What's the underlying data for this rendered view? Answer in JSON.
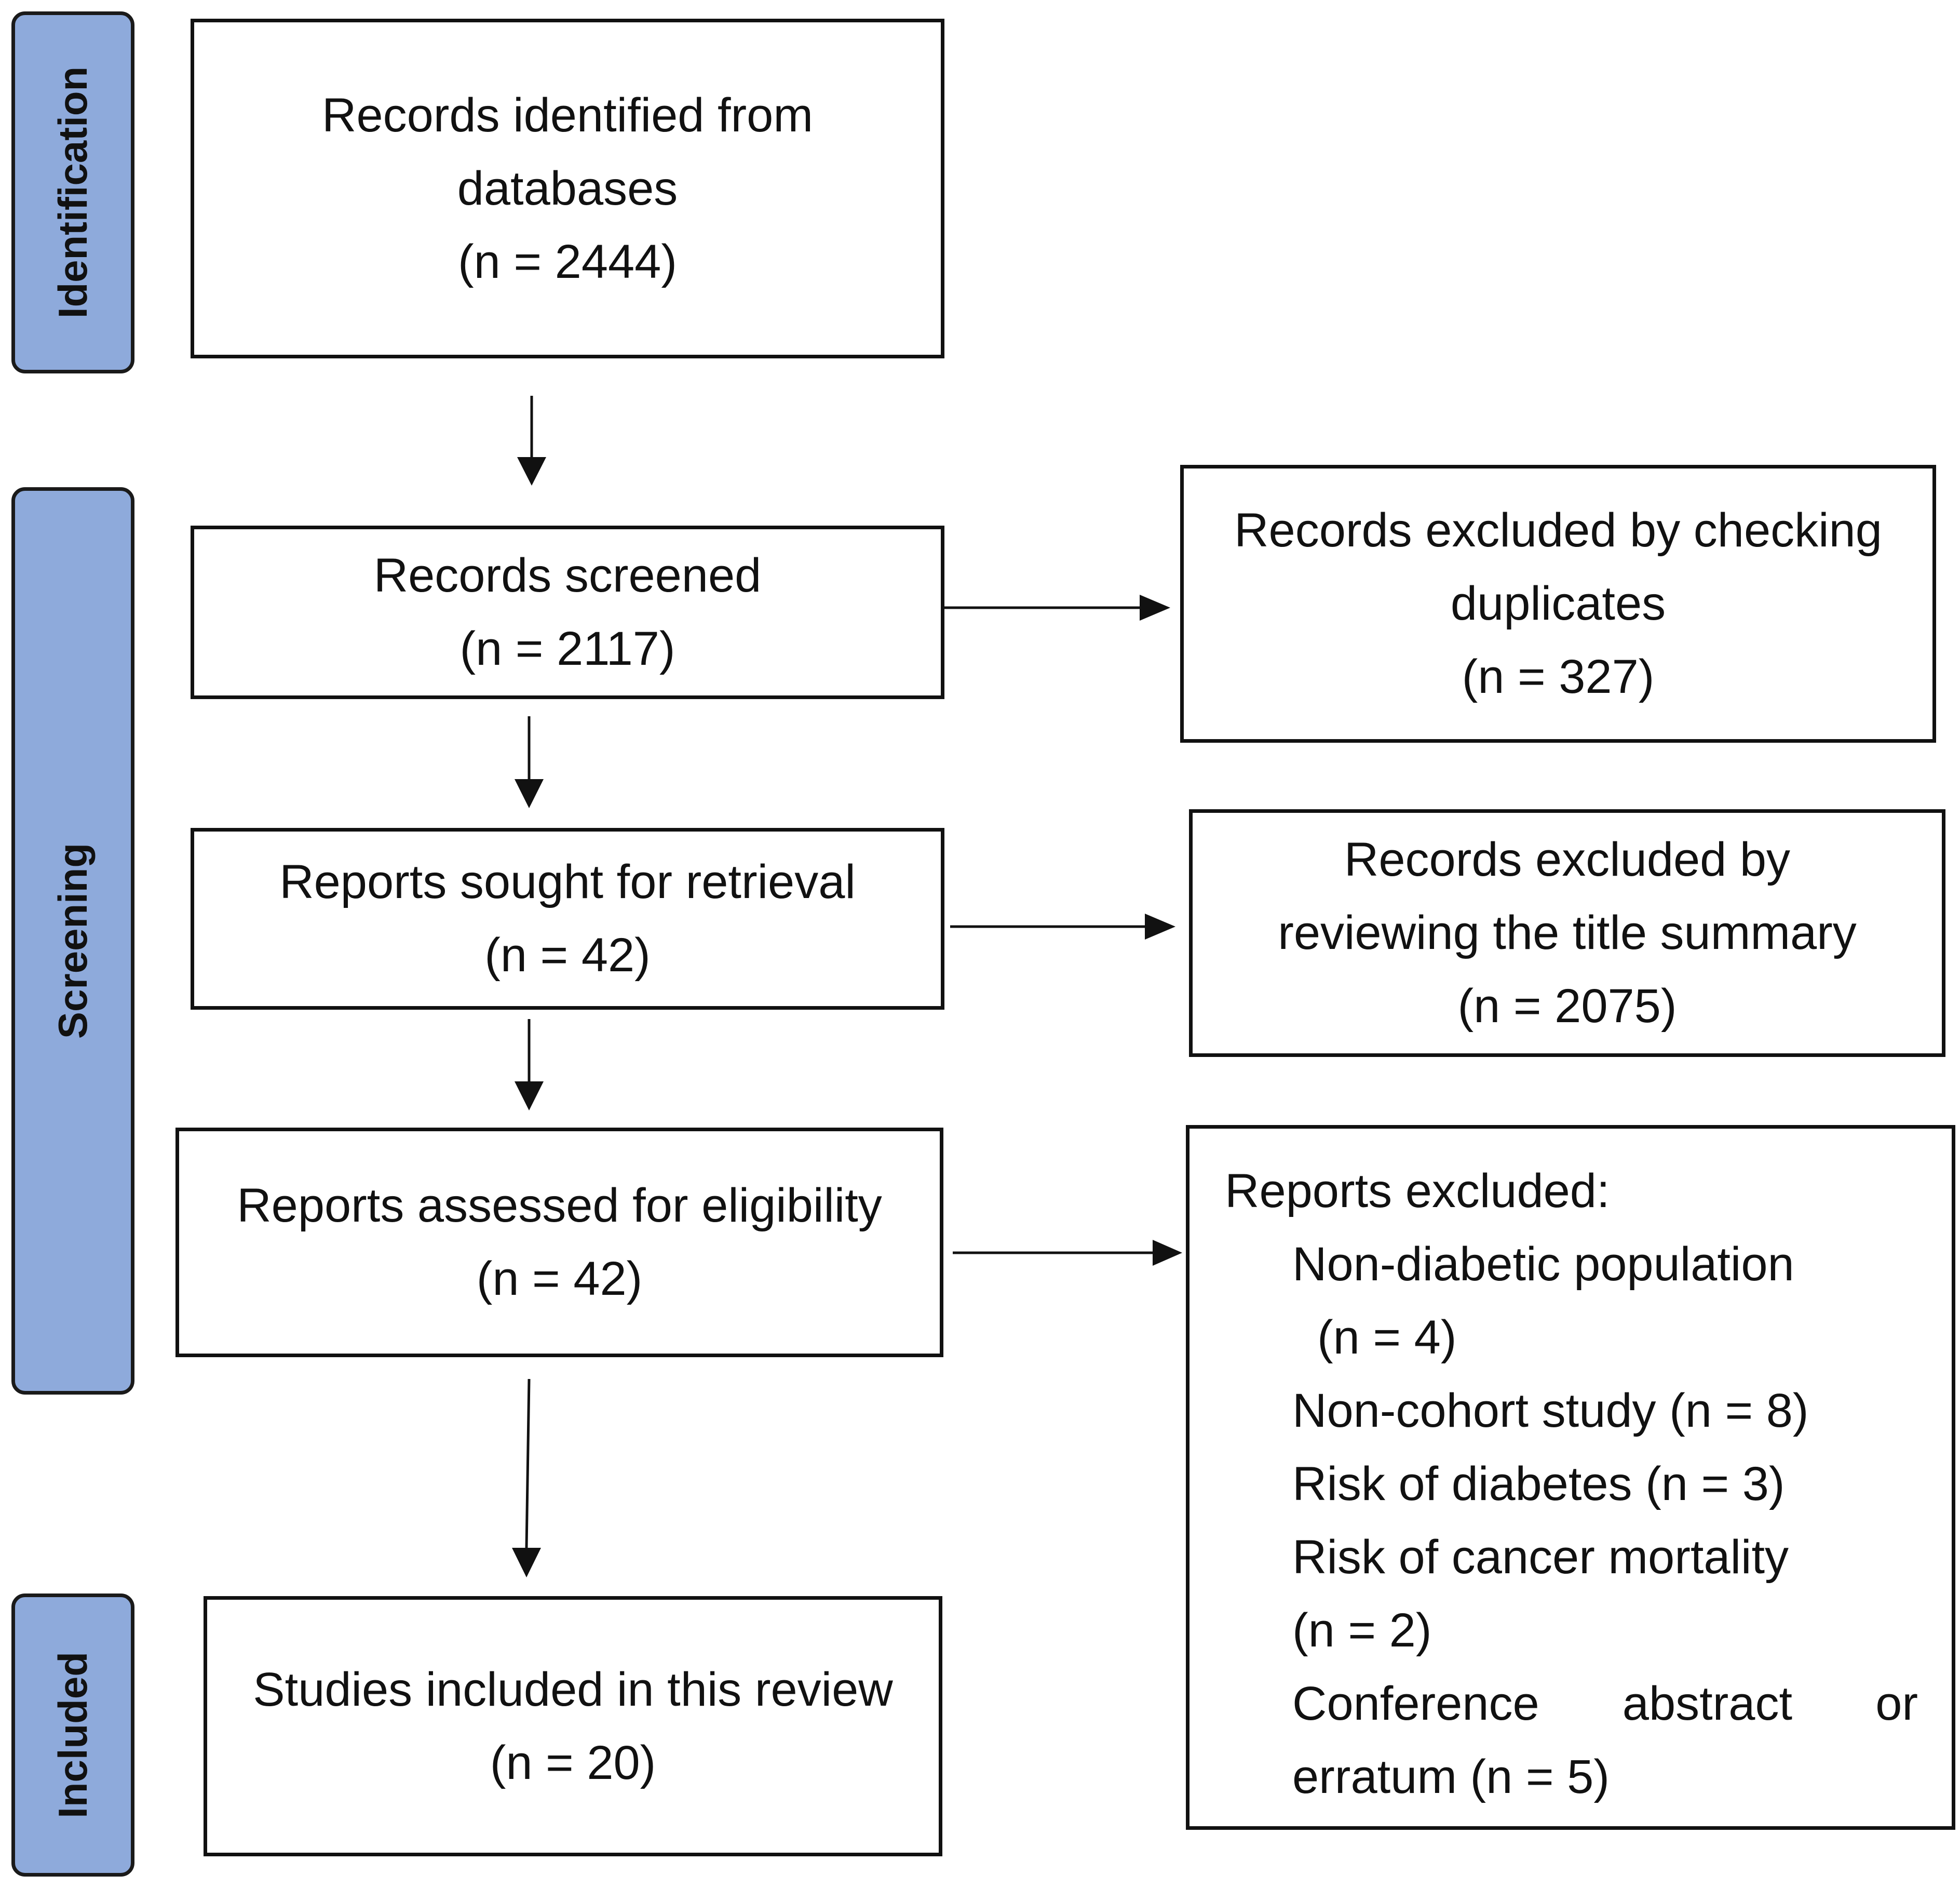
{
  "phases": {
    "identification": "Identification",
    "screening": "Screening",
    "included": "Included"
  },
  "boxes": {
    "identified": {
      "line1": "Records identified from",
      "line2": "databases",
      "count": "(n = 2444)"
    },
    "screened": {
      "line1": "Records screened",
      "count": "(n = 2117)"
    },
    "sought": {
      "line1": "Reports sought for retrieval",
      "count": "(n = 42)"
    },
    "assessed": {
      "line1": "Reports assessed for eligibility",
      "count": "(n = 42)"
    },
    "included": {
      "line1": "Studies included in this review",
      "count": "(n = 20)"
    }
  },
  "excluded": {
    "duplicates": {
      "line1": "Records excluded by checking",
      "line2": "duplicates",
      "count": "(n = 327)"
    },
    "title_summary": {
      "line1": "Records excluded by",
      "line2": "reviewing the title summary",
      "count": "(n = 2075)"
    },
    "reports": {
      "title": "Reports excluded:",
      "item1_line1": "Non-diabetic population",
      "item1_line2": "(n = 4)",
      "item2": "Non-cohort study (n = 8)",
      "item3": "Risk of diabetes (n = 3)",
      "item4_line1": "Risk of cancer mortality",
      "item4_line2": "(n = 2)",
      "item5_word1": "Conference",
      "item5_word2": "abstract",
      "item5_word3": "or",
      "item5_line2": "erratum (n = 5)"
    }
  },
  "colors": {
    "phase_fill": "#8eaadb",
    "border": "#111111",
    "arrow": "#111111"
  }
}
